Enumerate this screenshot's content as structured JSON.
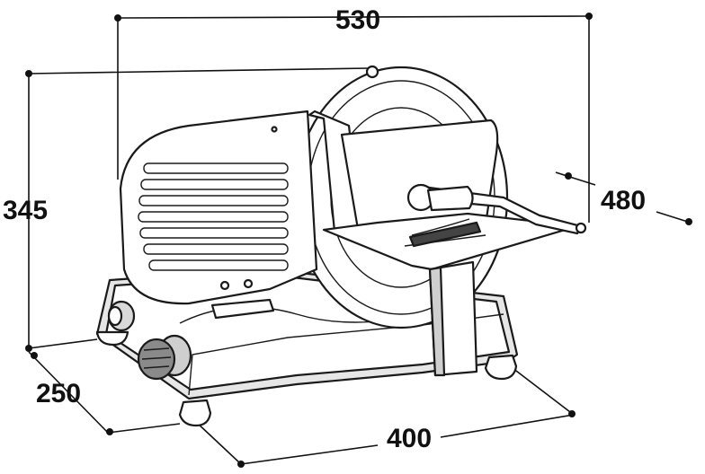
{
  "diagram": {
    "dimensions": {
      "width": "530",
      "height": "345",
      "depth": "480",
      "base_depth": "250",
      "base_width": "400"
    },
    "colors": {
      "outline": "#1a1a1a",
      "body_fill": "#ffffff",
      "shadow_fill": "#d9d9d9",
      "dark_fill": "#6e6e6e"
    }
  }
}
